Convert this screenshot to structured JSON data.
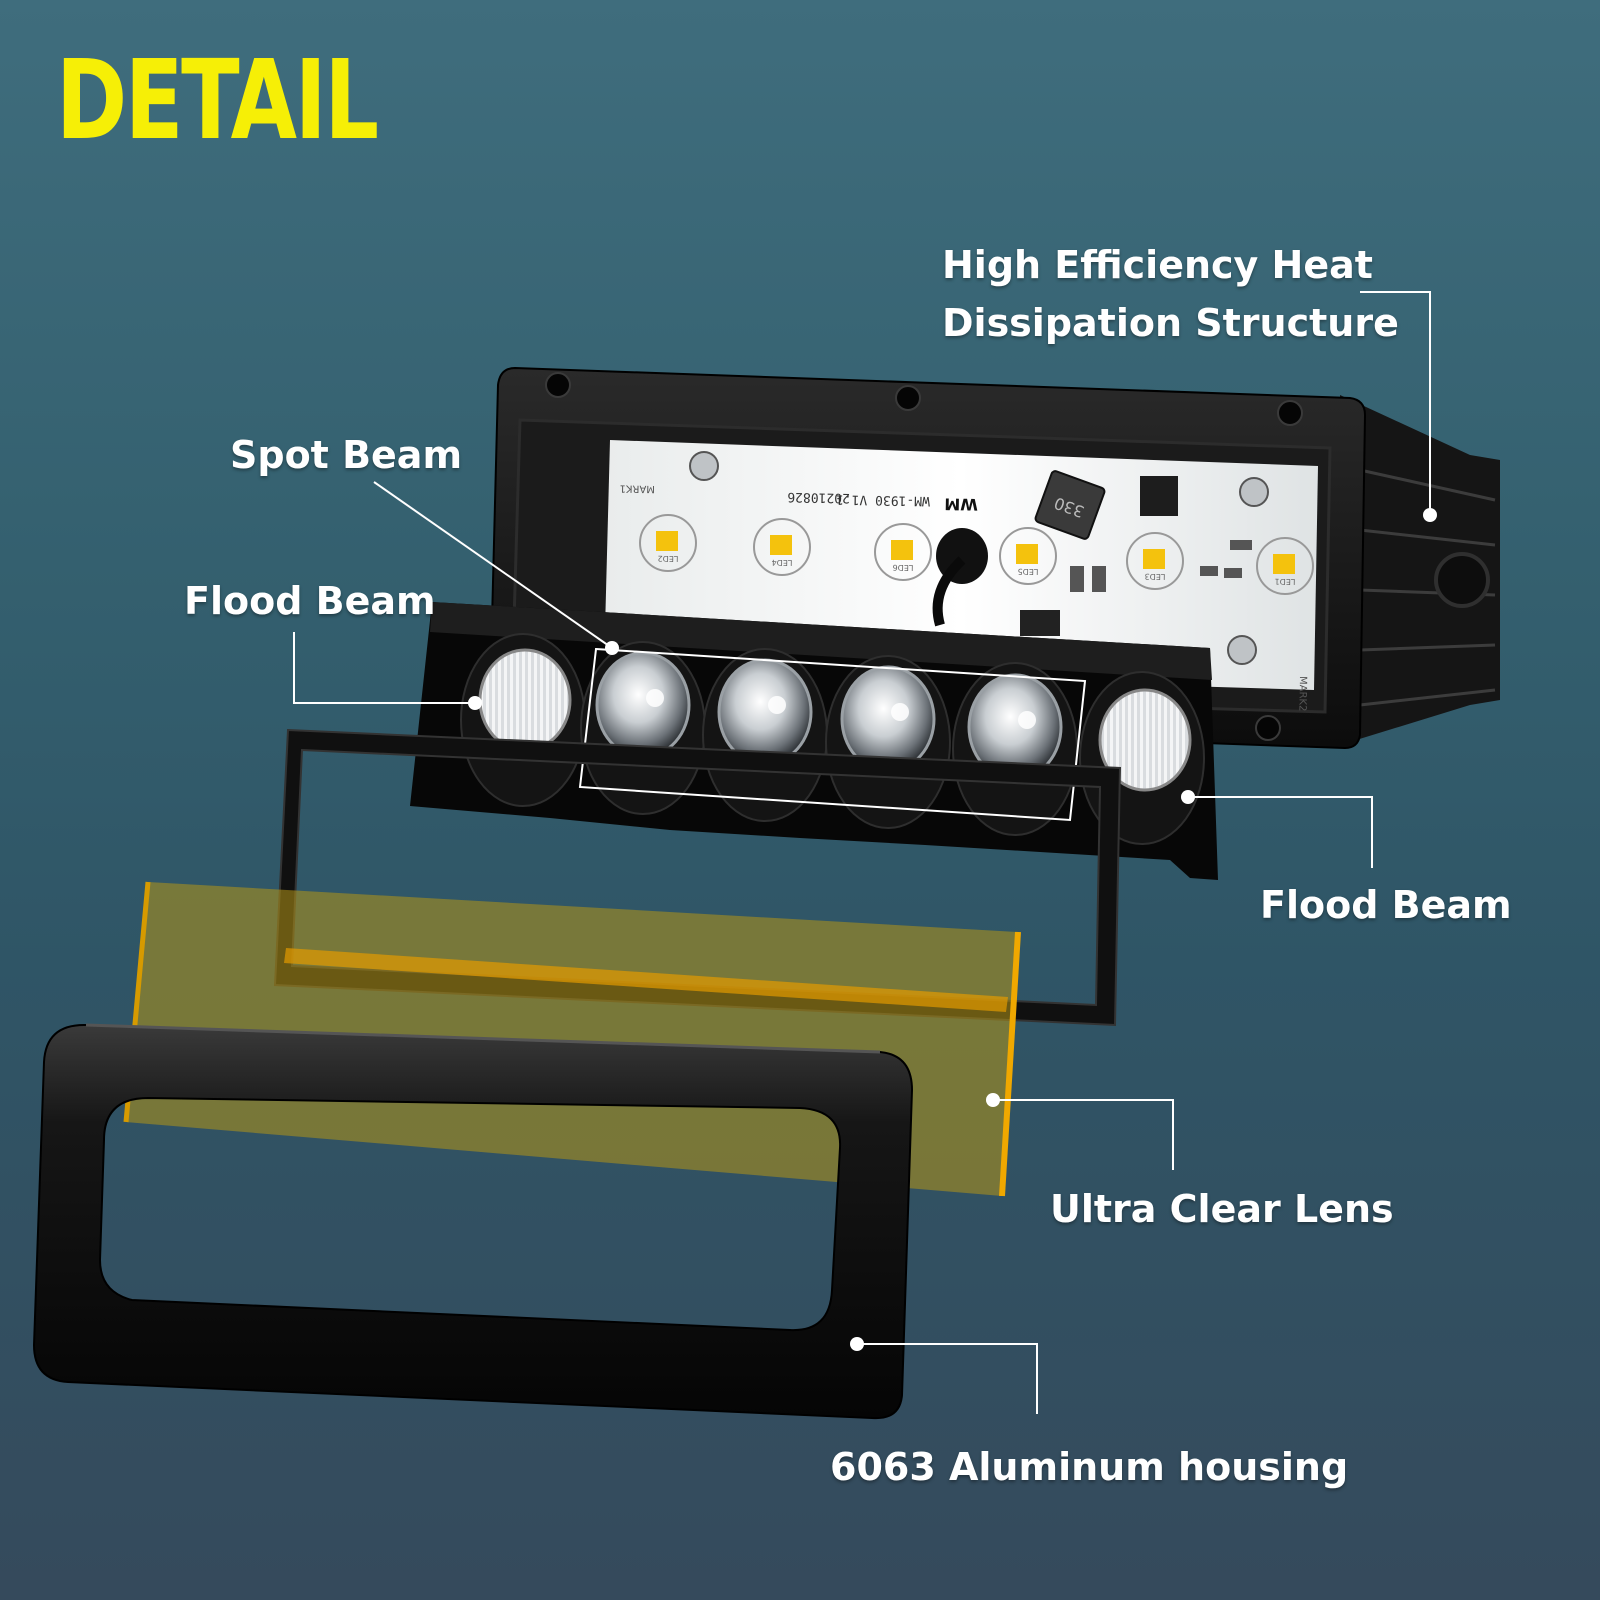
{
  "title": "DETAIL",
  "labels": {
    "heat_line1": "High Efficiency Heat",
    "heat_line2": "Dissipation Structure",
    "spot_beam": "Spot Beam",
    "flood_beam_left": "Flood Beam",
    "flood_beam_right": "Flood Beam",
    "ultra_clear_lens": "Ultra Clear Lens",
    "aluminum_housing": "6063 Aluminum housing"
  },
  "pcb_text": {
    "mark1": "MARK1",
    "mark2": "MARK2",
    "version": "WM-1930 V1.1",
    "date": "20210826",
    "logo": "WM",
    "inductor": "330",
    "leds": [
      "LED2",
      "LED4",
      "LED6",
      "LED5",
      "LED3",
      "LED1"
    ]
  },
  "colors": {
    "title_yellow": "#f6ef06",
    "label_white": "#ffffff",
    "lens_amber": "#e0a800"
  }
}
